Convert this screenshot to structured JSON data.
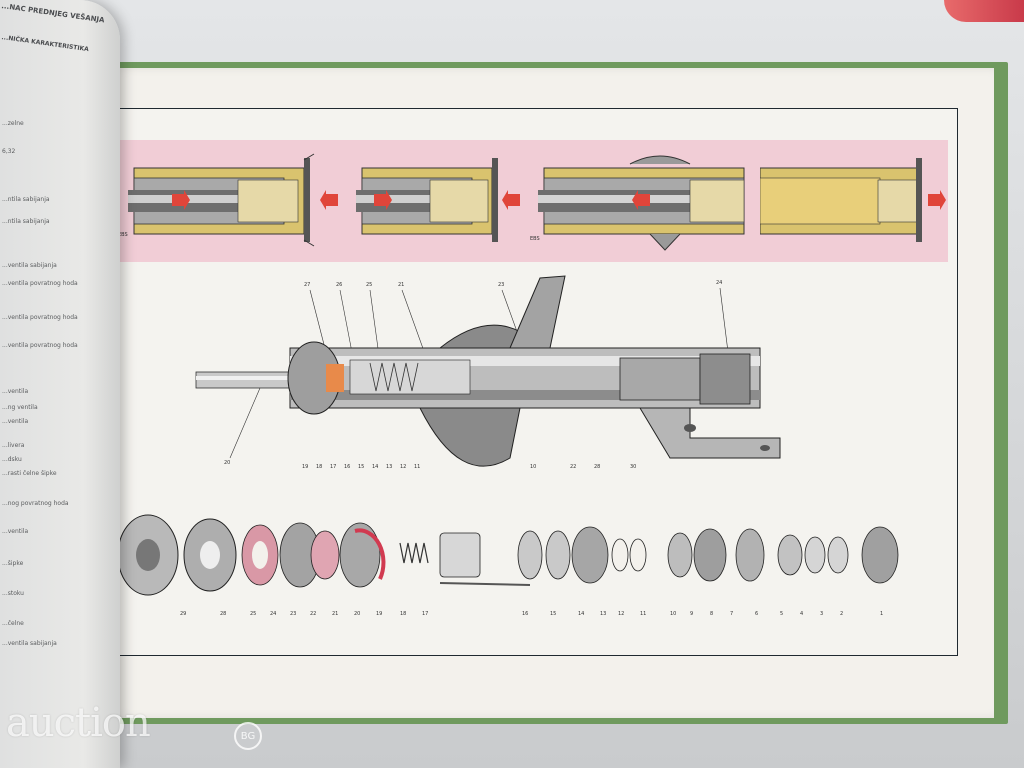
{
  "left_page": {
    "header": "...NAC PREDNJEG VEŠANJA",
    "subheader": "...NIČKA KARAKTERISTIKA",
    "lines": [
      "...zelne",
      "6,32",
      "...ntila sabijanja",
      "...ntila sabijanja",
      "...ventila sabijanja",
      "...ventila povratnog hoda",
      "...ventila povratnog hoda",
      "...ventila povratnog hoda",
      "...ventila",
      "...ng ventila",
      "...ventila",
      "...livera",
      "...dsku",
      "...rasti čelne šipke",
      "...nog povratnog hoda",
      "...ventila",
      "...šipke",
      "...stoku",
      "...čelne",
      "...ventila sabijanja"
    ],
    "watermark": "auction",
    "watermark_badge": "BG"
  },
  "figures": {
    "cross_section_labels": [
      "EBS",
      "EBS"
    ],
    "main_callouts": [
      "27",
      "26",
      "25",
      "21",
      "23",
      "24",
      "20",
      "19",
      "18",
      "17",
      "16",
      "15",
      "14",
      "13",
      "12",
      "11",
      "10",
      "22",
      "28",
      "30"
    ],
    "parts_callouts": [
      "29",
      "28",
      "25",
      "24",
      "23",
      "22",
      "21",
      "20",
      "19",
      "18",
      "17",
      "16",
      "15",
      "14",
      "13",
      "12",
      "11",
      "10",
      "9",
      "8",
      "7",
      "6",
      "5",
      "4",
      "3",
      "2",
      "1"
    ]
  }
}
